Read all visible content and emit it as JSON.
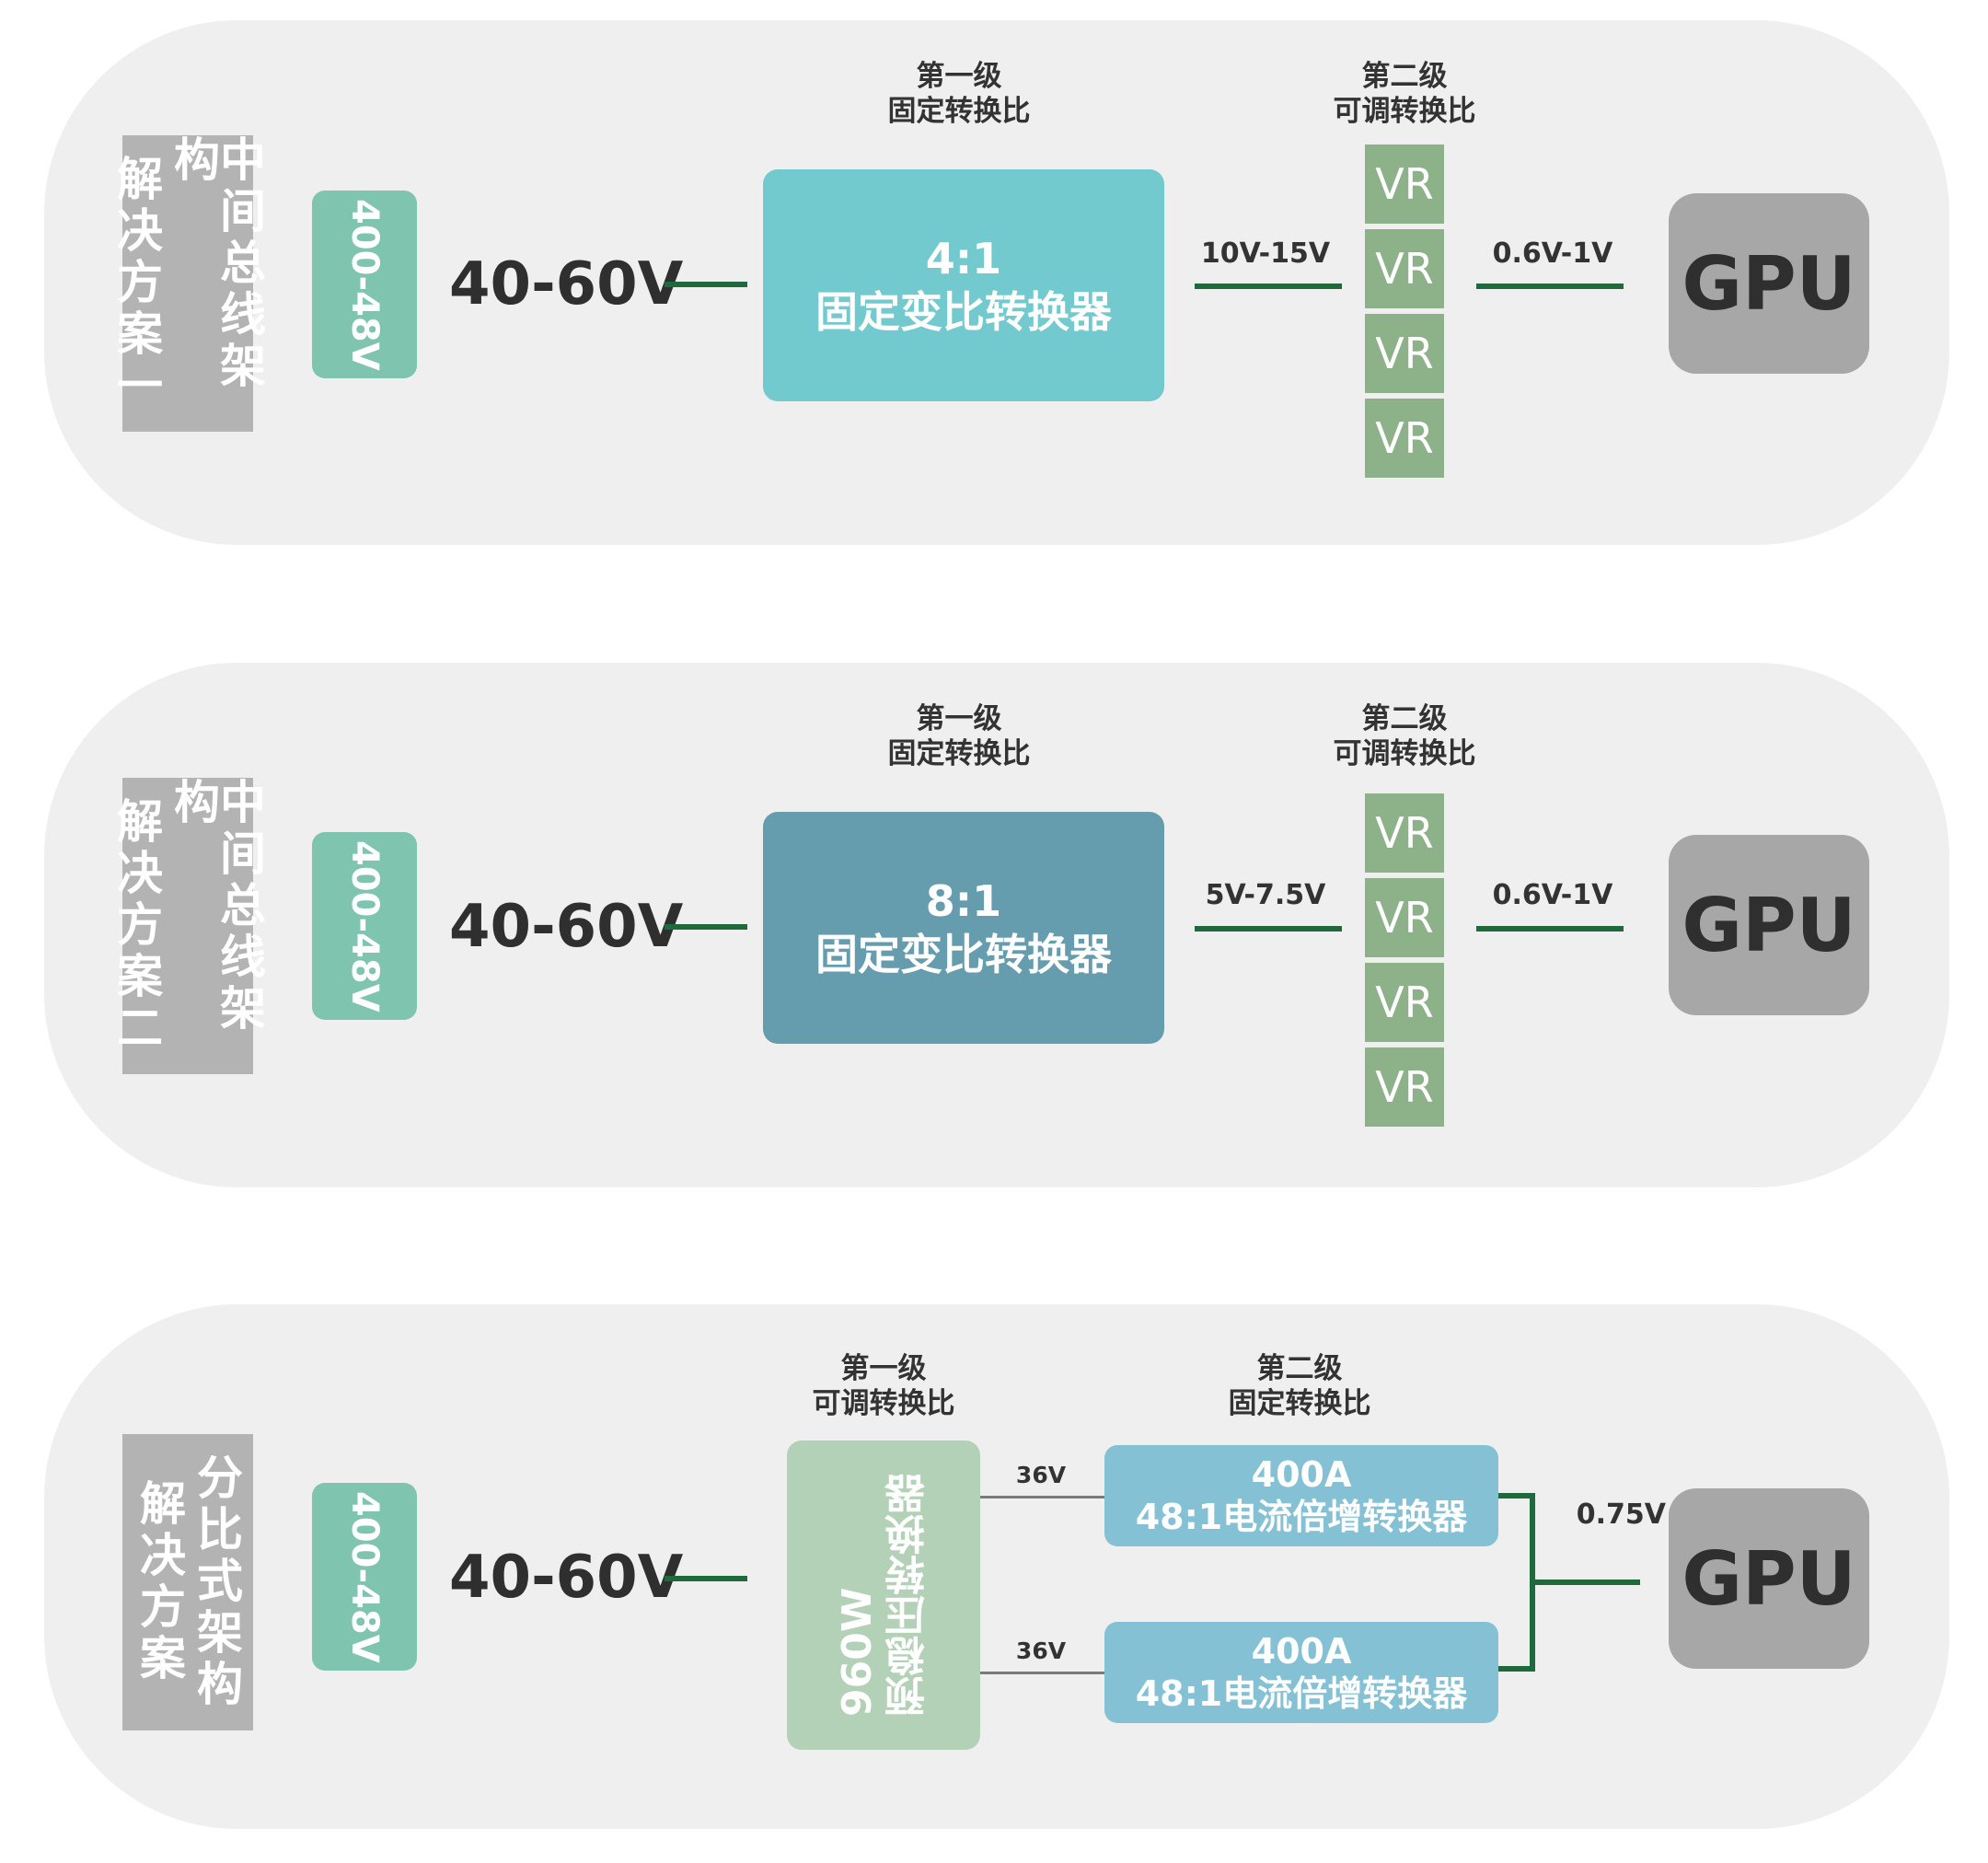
{
  "diagrams": [
    {
      "label_lines": [
        "中间总线架构",
        "解决方案一"
      ],
      "input_voltage": "400-48V",
      "bus_voltage": "40-60V",
      "stage1_title": "第一级",
      "stage1_subtitle": "固定转换比",
      "converter_ratio": "4:1",
      "converter_name": "固定变比转换器",
      "converter_color": "#72c9ce",
      "mid_voltage": "10V-15V",
      "stage2_title": "第二级",
      "stage2_subtitle": "可调转换比",
      "vr_labels": [
        "VR",
        "VR",
        "VR",
        "VR"
      ],
      "out_voltage": "0.6V-1V",
      "load": "GPU"
    },
    {
      "label_lines": [
        "中间总线架构",
        "解决方案二"
      ],
      "input_voltage": "400-48V",
      "bus_voltage": "40-60V",
      "stage1_title": "第一级",
      "stage1_subtitle": "固定转换比",
      "converter_ratio": "8:1",
      "converter_name": "固定变比转换器",
      "converter_color": "#659daf",
      "mid_voltage": "5V-7.5V",
      "stage2_title": "第二级",
      "stage2_subtitle": "可调转换比",
      "vr_labels": [
        "VR",
        "VR",
        "VR",
        "VR"
      ],
      "out_voltage": "0.6V-1V",
      "load": "GPU"
    },
    {
      "label_lines": [
        "分比式架构",
        "解决方案"
      ],
      "input_voltage": "400-48V",
      "bus_voltage": "40-60V",
      "stage1_title": "第一级",
      "stage1_subtitle": "可调转换比",
      "preregulator": [
        "960W",
        "预稳压转换器"
      ],
      "stage2_title": "第二级",
      "stage2_subtitle": "固定转换比",
      "branch_voltages": [
        "36V",
        "36V"
      ],
      "current_multipliers": [
        {
          "current": "400A",
          "name": "48:1电流倍增转换器"
        },
        {
          "current": "400A",
          "name": "48:1电流倍增转换器"
        }
      ],
      "out_voltage": "0.75V",
      "load": "GPU"
    }
  ]
}
